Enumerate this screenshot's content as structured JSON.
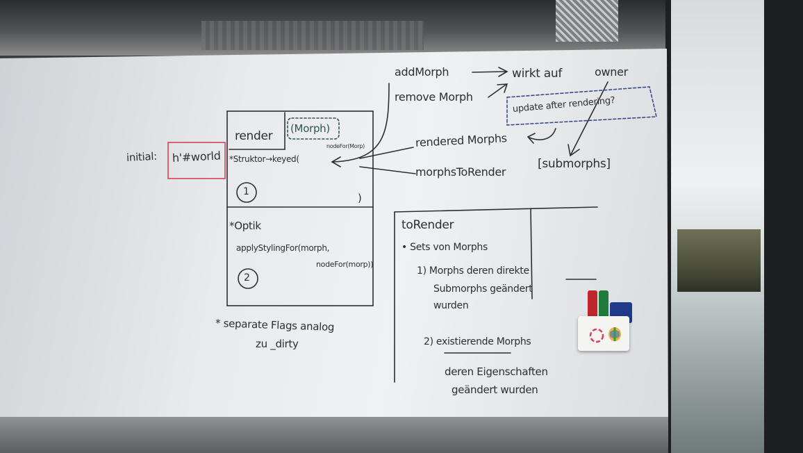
{
  "whiteboard": {
    "left_labels": {
      "initial": "initial:",
      "hworld": "h'#world"
    },
    "render_box": {
      "render": "render",
      "morph": "(Morph)",
      "struktur": "*Struktor→keyed(",
      "nodefor": "nodeFor(Morp)",
      "circle1": "1",
      "paren": ")",
      "optik": "*Optik",
      "apply_line1": "applyStylingFor(morph,",
      "apply_line2": "nodeFor(morp))",
      "circle2": "2"
    },
    "separate": {
      "line1": "* separate Flags analog",
      "line2": "zu _dirty"
    },
    "top_right": {
      "add": "addMorph",
      "remove": "remove Morph",
      "wirkt": "wirkt auf",
      "owner": "owner",
      "update": "update after rendering?",
      "rendered": "rendered Morphs",
      "morphs_to_render": "morphsToRender",
      "submorphs": "[submorphs]"
    },
    "to_render": {
      "title": "toRender",
      "bullet": "• Sets von Morphs",
      "item1_line1": "1) Morphs deren direkte",
      "item1_line2": "Submorphs geändert",
      "item1_line3": "wurden",
      "item2_line1": "2) existierende Morphs",
      "item2_line2": "deren Eigenschaften",
      "item2_line3": "geändert wurden"
    }
  },
  "marker_colors": {
    "red": "#c0262c",
    "green": "#1f7a3c",
    "blue": "#1f3a8a",
    "ink": "#2d2e30",
    "accent_red": "#d6415a"
  }
}
